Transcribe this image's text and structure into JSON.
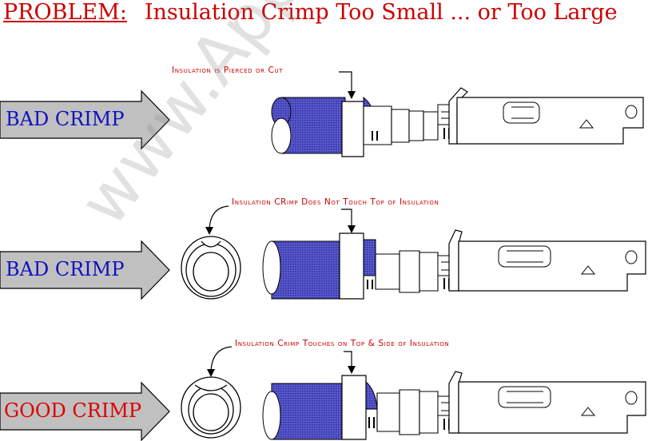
{
  "title": {
    "problem": "PROBLEM:",
    "text": "Insulation Crimp Too Small ... or Too Large"
  },
  "rows": [
    {
      "arrow_label": "BAD  CRIMP",
      "caption": "Insulation is Pierced or Cut",
      "arrow_text_color": "#1010c0"
    },
    {
      "arrow_label": "BAD  CRIMP",
      "caption": "Insulation CRimp Does Not Touch Top of Insulation",
      "arrow_text_color": "#1010c0"
    },
    {
      "arrow_label": "GOOD  CRIMP",
      "caption": "Insulation Crimp Touches on Top & Side of Insulation",
      "arrow_text_color": "#dd0000"
    }
  ],
  "watermark": "www.Appliantology.org",
  "colors": {
    "title": "#cc0000",
    "caption": "#cc0000",
    "arrow_fill": "#c0c0c0",
    "wire_insulation": "#4a4ab8",
    "terminal_fill": "#ffffff",
    "outline": "#000000"
  }
}
